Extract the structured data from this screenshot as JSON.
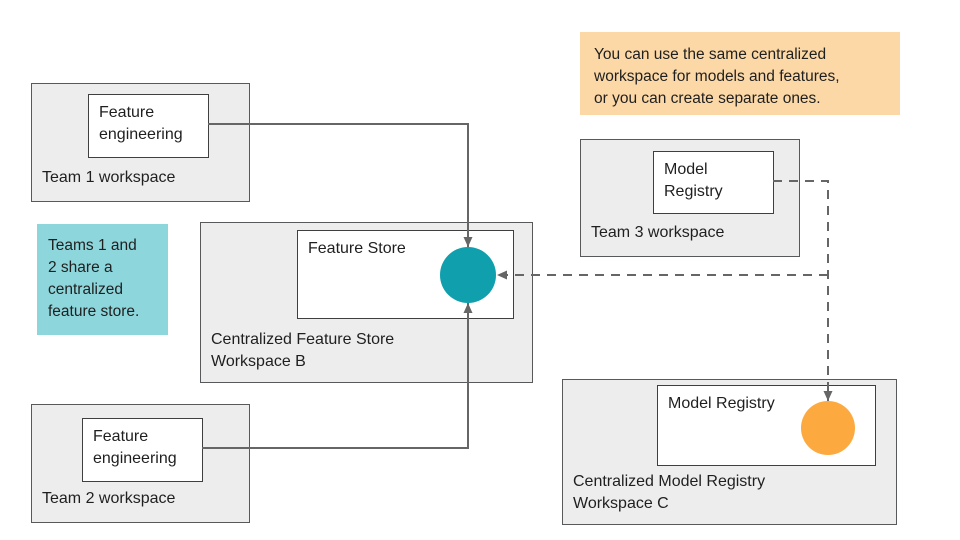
{
  "diagram": {
    "workspaces": {
      "team1": {
        "caption": "Team 1 workspace",
        "component_label": "Feature\nengineering"
      },
      "team2": {
        "caption": "Team 2 workspace",
        "component_label": "Feature\nengineering"
      },
      "team3": {
        "caption": "Team 3 workspace",
        "component_label": "Model\nRegistry"
      },
      "central_feature_store": {
        "caption": "Centralized Feature Store\nWorkspace B",
        "component_label": "Feature Store"
      },
      "central_model_registry": {
        "caption": "Centralized Model Registry\nWorkspace C",
        "component_label": "Model Registry"
      }
    },
    "notes": {
      "feature_store_note": "Teams 1 and\n2 share a\ncentralized\nfeature store.",
      "model_registry_note": "You can use the same centralized\nworkspace for models and features,\nor you can create separate ones."
    },
    "colors": {
      "teal_circle": "#109FAD",
      "orange_circle": "#FCA93F",
      "teal_note_bg": "#8DD6DC",
      "orange_note_bg": "#FCD8A6",
      "workspace_fill": "#EDEDED",
      "workspace_border": "#58595B",
      "inner_box_border": "#3F3F3F",
      "arrow": "#666666"
    }
  }
}
